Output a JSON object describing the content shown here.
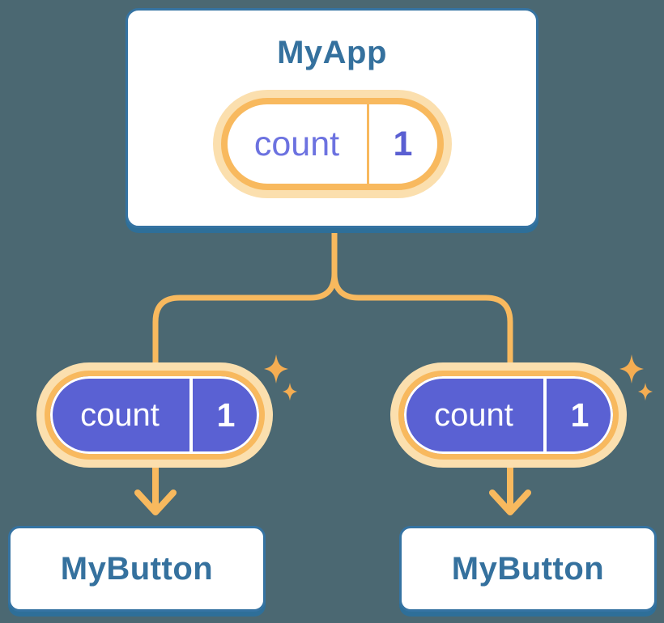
{
  "diagram": {
    "description": "React component tree with shared state",
    "root": {
      "title": "MyApp",
      "state": {
        "label": "count",
        "value": "1"
      }
    },
    "children": [
      {
        "title": "MyButton",
        "state": {
          "label": "count",
          "value": "1"
        }
      },
      {
        "title": "MyButton",
        "state": {
          "label": "count",
          "value": "1"
        }
      }
    ]
  },
  "icons": {
    "sparkle": "four-point-sparkle",
    "arrow": "down-arrow-chevron"
  },
  "colors": {
    "bg": "#4B6872",
    "card-bg": "#ffffff",
    "card-border": "#3573A2",
    "card-shadow": "#2E6F99",
    "heading": "#35719E",
    "orange": "#F8B95E",
    "halo": "#FBDFAE",
    "sparkle": "#F5AD52",
    "purple": "#5A61D3",
    "purple-label": "#6C72E0",
    "purple-value": "#5A5FD2"
  }
}
